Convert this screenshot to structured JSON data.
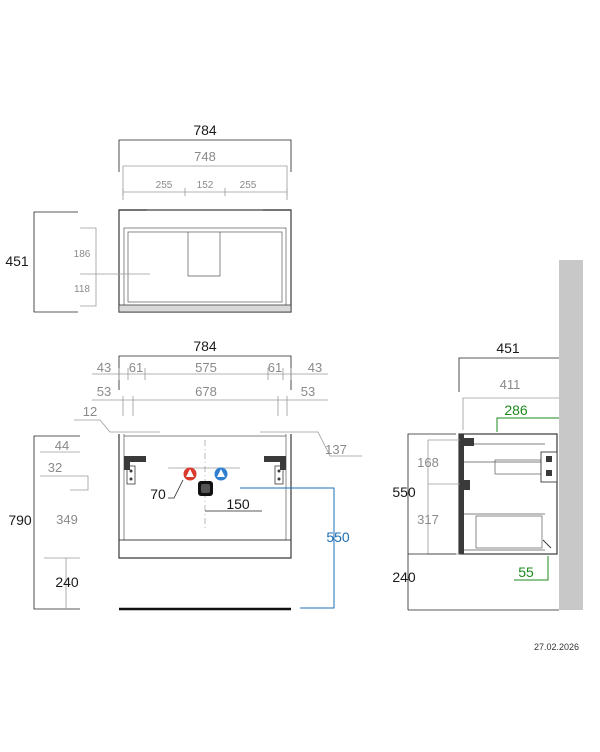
{
  "top_view": {
    "overall_width": "784",
    "inner_width": "748",
    "left_segment": "255",
    "mid_segment": "152",
    "right_segment": "255",
    "depth": "451",
    "upper_depth": "186",
    "lower_depth": "118"
  },
  "front_view": {
    "overall_width": "784",
    "left_margin_outer": "43",
    "left_margin_inner": "61",
    "center_span": "575",
    "right_margin_inner": "61",
    "right_margin_outer": "43",
    "left_margin_53": "53",
    "inner_span": "678",
    "right_margin_53": "53",
    "offset_12": "12",
    "right_offset": "137",
    "top_44": "44",
    "top_32": "32",
    "overall_height": "790",
    "mid_height": "349",
    "base_height": "240",
    "drain_diameter": "70",
    "drain_offset": "150",
    "mount_height": "550"
  },
  "side_view": {
    "overall_depth": "451",
    "inner_depth": "411",
    "green_depth": "286",
    "upper_drawer": "168",
    "mount_height": "550",
    "lower_drawer": "317",
    "base_height": "240",
    "green_offset": "55"
  },
  "footer": {
    "date": "27.02.2026"
  },
  "colors": {
    "blue": "#1f6fb5",
    "green": "#1e8a1e",
    "wall": "#c8c8c8",
    "hot": "#d83a2e",
    "cold": "#2f7fd0"
  }
}
